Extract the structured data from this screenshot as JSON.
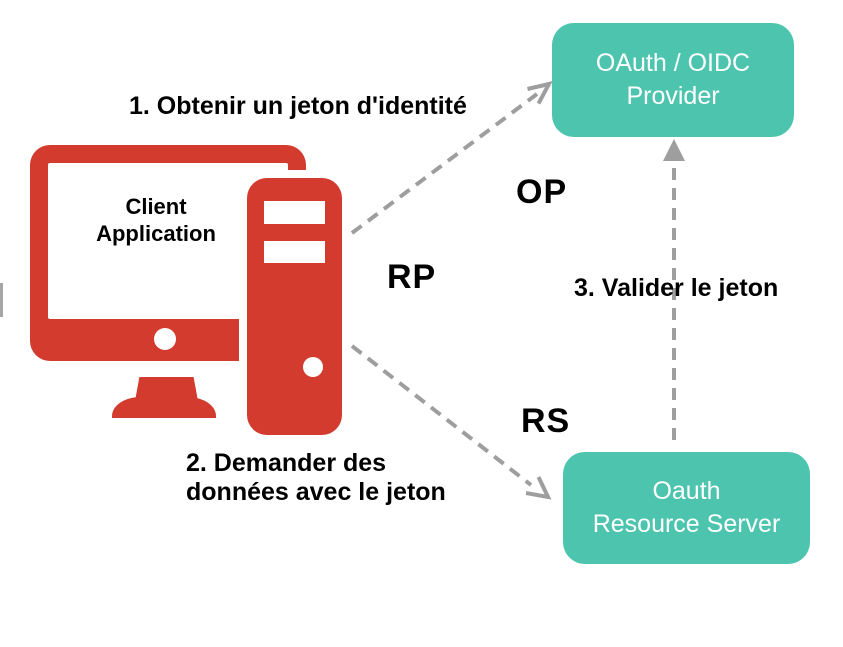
{
  "colors": {
    "red": "#d23b2d",
    "teal": "#4dc4ae",
    "arrow_gray": "#9e9e9e",
    "text_black": "#000000",
    "node_text": "#ffffff"
  },
  "nodes": {
    "client": {
      "line1": "Client",
      "line2": "Application"
    },
    "provider": {
      "line1": "OAuth / OIDC",
      "line2": "Provider"
    },
    "resource": {
      "line1": "Oauth",
      "line2": "Resource Server"
    }
  },
  "annotations": {
    "step1": "1. Obtenir un jeton d'identité",
    "step2_line1": "2. Demander des",
    "step2_line2": "données avec le jeton",
    "step3": "3. Valider le jeton",
    "role_op": "OP",
    "role_rp": "RP",
    "role_rs": "RS"
  }
}
